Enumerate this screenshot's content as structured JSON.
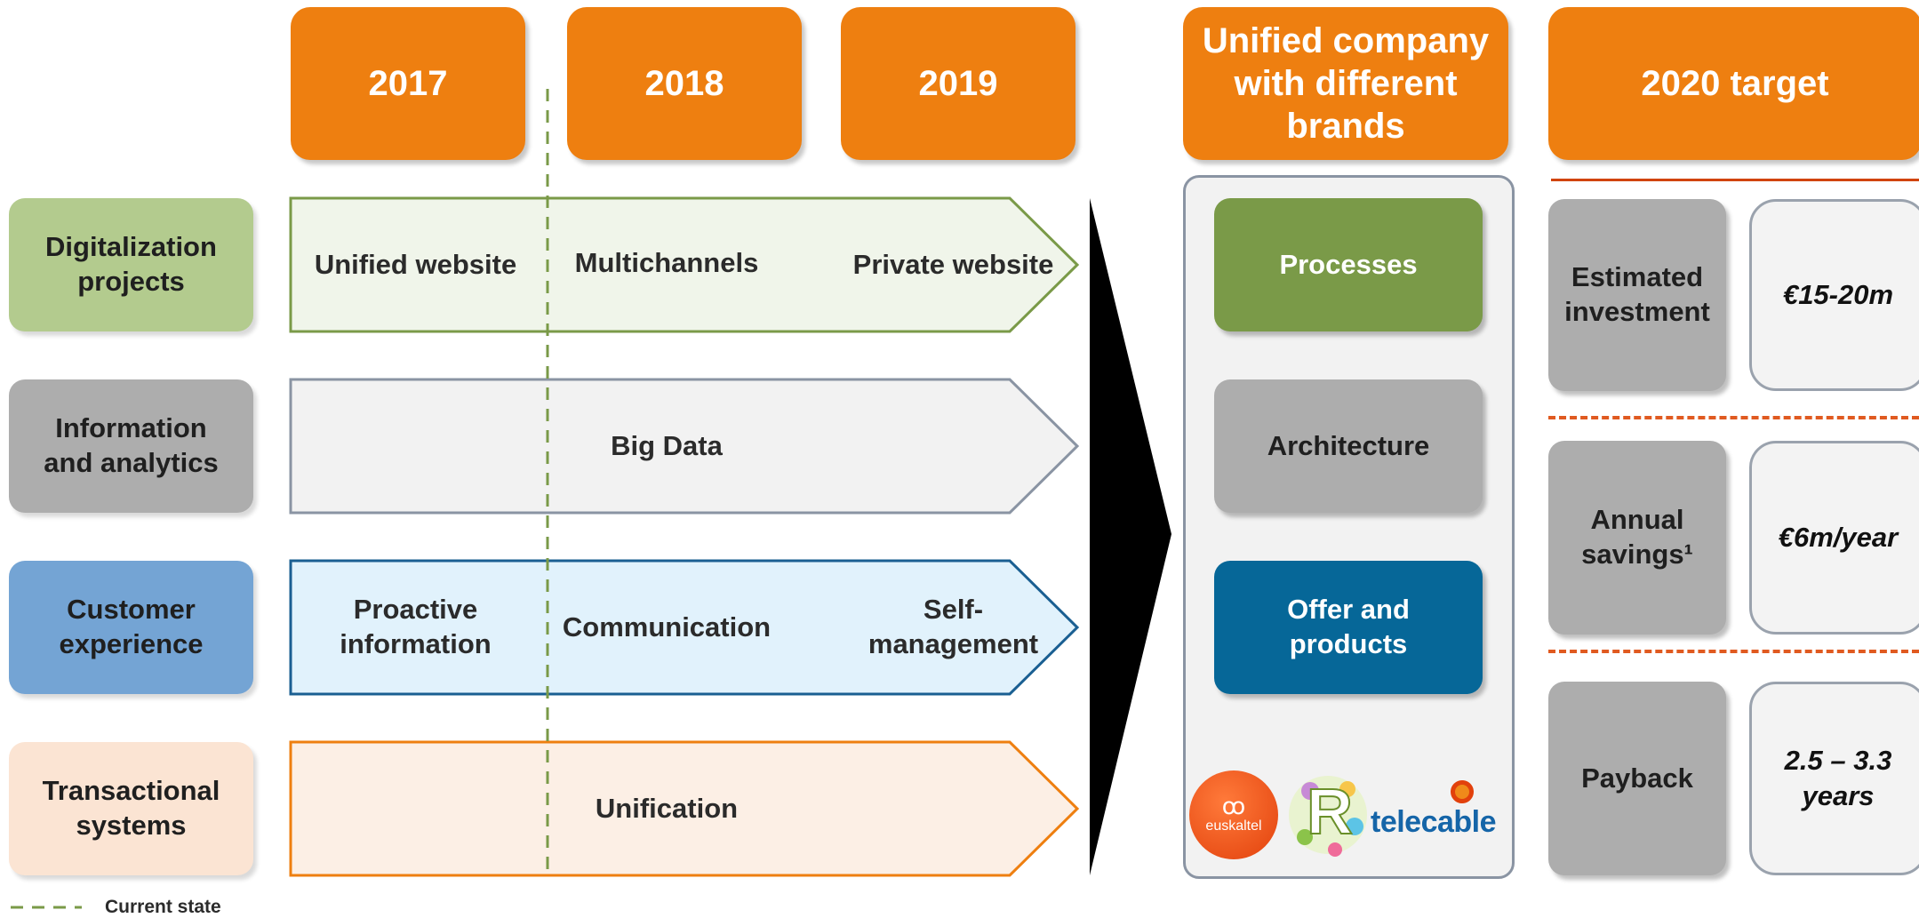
{
  "headers": {
    "y2017": "2017",
    "y2018": "2018",
    "y2019": "2019",
    "unified": "Unified company with different brands",
    "target": "2020 target"
  },
  "categories": [
    {
      "label": "Digitalization projects",
      "color": "#b3cb8e"
    },
    {
      "label": "Information and analytics",
      "color": "#adadad"
    },
    {
      "label": "Customer experience",
      "color": "#74a4d4"
    },
    {
      "label": "Transactional systems",
      "color": "#fbe4d3"
    }
  ],
  "rows": {
    "digitalization": {
      "col1": "Unified website",
      "col2": "Multichannels",
      "col3": "Private website"
    },
    "information": {
      "center": "Big Data"
    },
    "customer": {
      "col1": "Proactive information",
      "col2": "Communication",
      "col3": "Self-management"
    },
    "transactional": {
      "center": "Unification"
    }
  },
  "unified_items": {
    "processes": "Processes",
    "architecture": "Architecture",
    "offer": "Offer and products"
  },
  "brands": {
    "euskaltel": "euskaltel",
    "r": "R",
    "telecable": "telecable"
  },
  "targets": [
    {
      "label": "Estimated investment",
      "value": "€15-20m"
    },
    {
      "label": "Annual savings¹",
      "value": "€6m/year"
    },
    {
      "label": "Payback",
      "value": "2.5 – 3.3 years"
    }
  ],
  "legend": {
    "current_state": "Current state"
  },
  "colors": {
    "header_orange": "#ee7f10",
    "green": "#7a9a48",
    "grey": "#adadad",
    "blue": "#066798",
    "orange_line": "#e05a20"
  }
}
